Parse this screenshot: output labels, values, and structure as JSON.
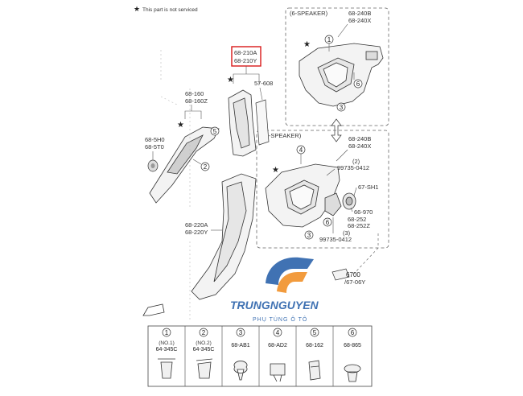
{
  "header": {
    "note": "This part is not serviced"
  },
  "sections": {
    "six_speaker": {
      "title": "(6-SPEAKER)",
      "part_a": "68-240B",
      "part_b": "68-240X"
    },
    "ten_speaker": {
      "title": "(10-SPEAKER)",
      "part_a": "68-240B",
      "part_b": "68-240X"
    }
  },
  "callouts": {
    "highlighted_a": "68-210A",
    "highlighted_b": "68-210Y",
    "p57608": "57-608",
    "p68160": "68-160",
    "p68160z": "68-160Z",
    "p685h0": "68-5H0",
    "p685t0": "68-5T0",
    "p68220a": "68-220A",
    "p68220y": "68-220Y",
    "p99735_top": "99735-0412",
    "p99735_bottom": "99735-0412",
    "p67sh1": "67-SH1",
    "p66970": "66-970",
    "p68252": "68-252",
    "p68252z": "68-252Z",
    "p6700": "6700",
    "p6706y": "/67-06Y",
    "n2": "(2)",
    "n3": "(3)"
  },
  "circle_numbers": [
    "1",
    "2",
    "3",
    "4",
    "5",
    "6"
  ],
  "fasteners": [
    {
      "num": "1",
      "sub": "(NO.1)",
      "code": "64-345C"
    },
    {
      "num": "2",
      "sub": "(NO.2)",
      "code": "64-345C"
    },
    {
      "num": "3",
      "sub": "",
      "code": "68-AB1"
    },
    {
      "num": "4",
      "sub": "",
      "code": "68-AD2"
    },
    {
      "num": "5",
      "sub": "",
      "code": "68-162"
    },
    {
      "num": "6",
      "sub": "",
      "code": "68-865"
    }
  ],
  "watermark": {
    "name": "TRUNGNGUYEN",
    "tagline": "PHỤ TÙNG Ô TÔ"
  },
  "colors": {
    "highlight": "#d81818",
    "brand_blue": "#1f5aa6",
    "brand_orange": "#f08a1c",
    "line": "#444444"
  }
}
